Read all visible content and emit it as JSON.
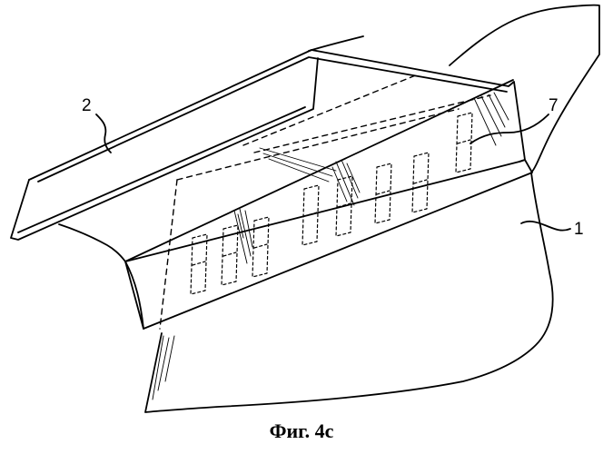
{
  "figure": {
    "caption": "Фиг. 4c",
    "callouts": [
      {
        "id": "label-2",
        "text": "2"
      },
      {
        "id": "label-7",
        "text": "7"
      },
      {
        "id": "label-1",
        "text": "1"
      }
    ],
    "display_segments": 8,
    "ink_color": "#000000",
    "background_color": "#ffffff"
  }
}
